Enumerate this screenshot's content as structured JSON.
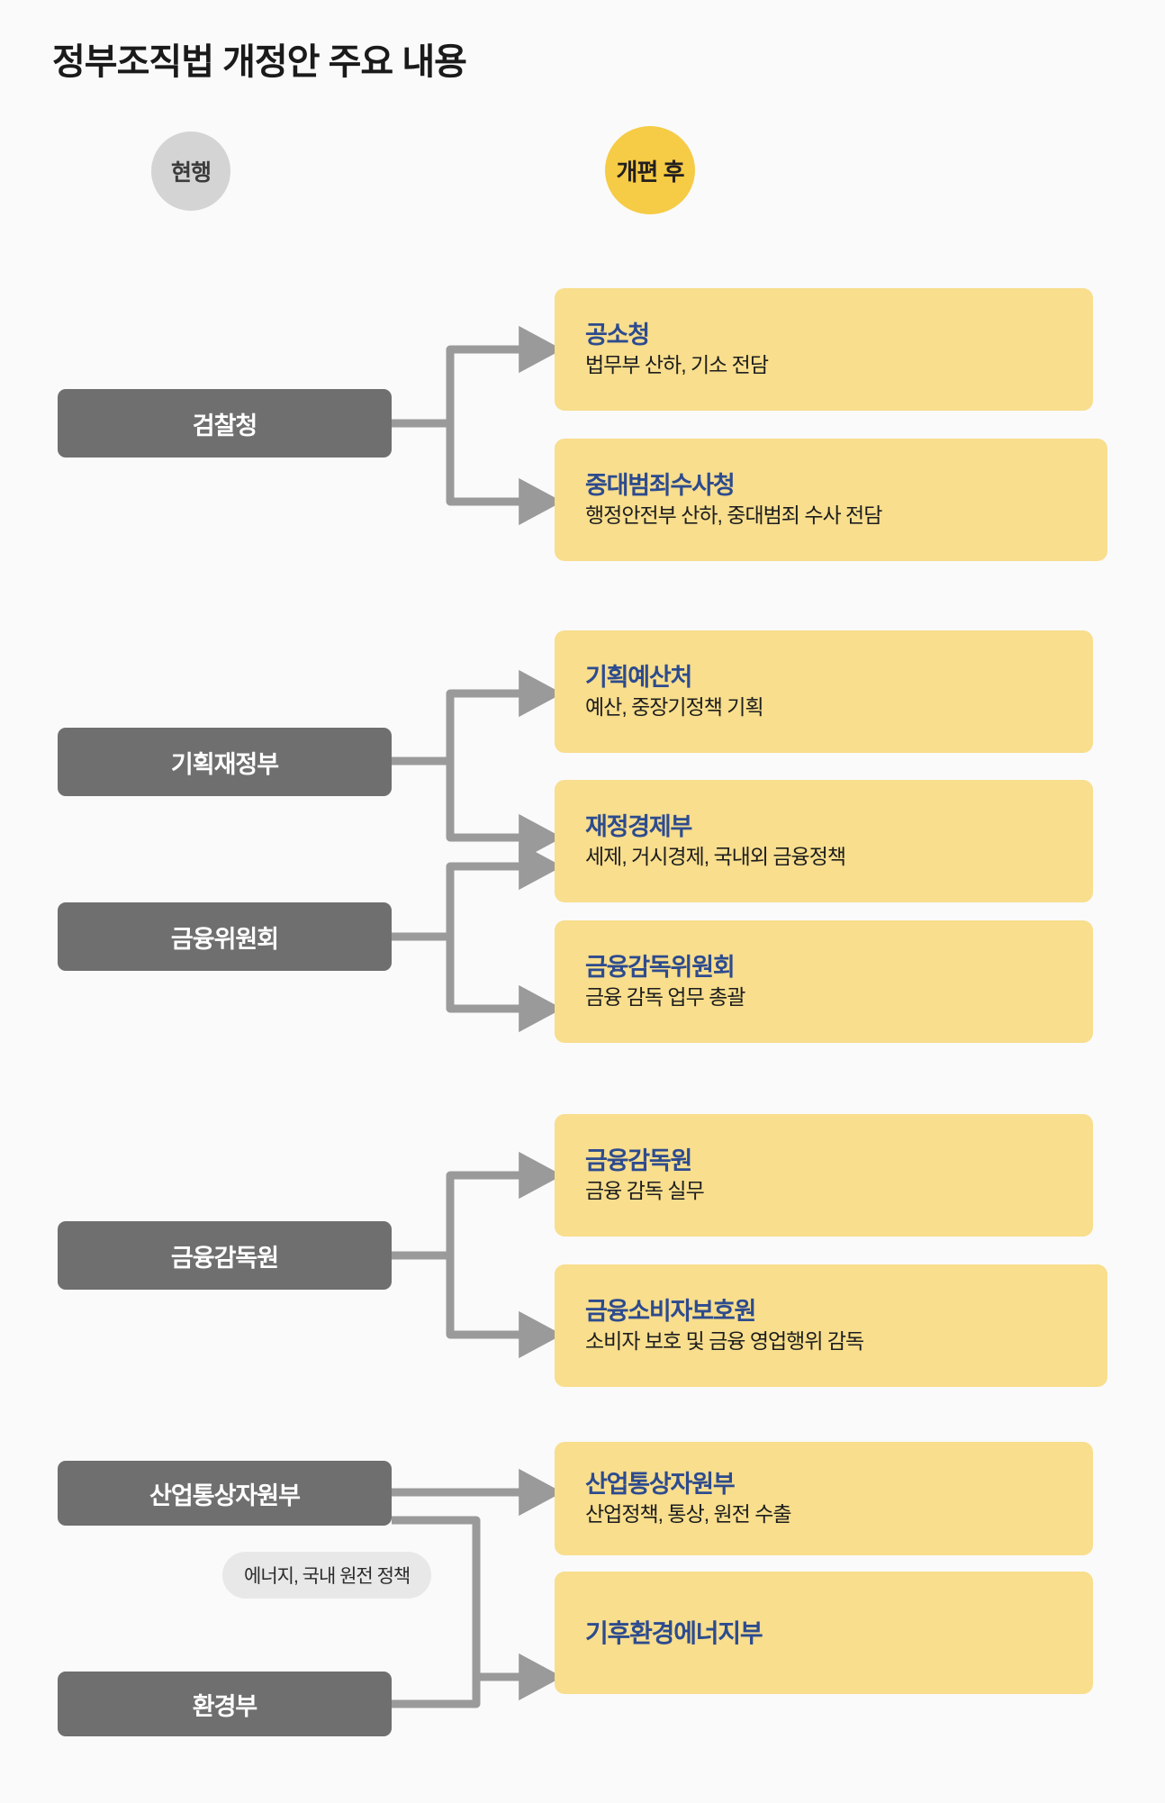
{
  "page": {
    "title": "정부조직법 개정안 주요 내용",
    "background_color": "#fafafa"
  },
  "legend": {
    "current_label": "현행",
    "current_color": "#d4d4d4",
    "after_label": "개편 후",
    "after_color": "#f6cb45"
  },
  "colors": {
    "gray_box": "#6f6f6f",
    "gray_box_text": "#ffffff",
    "yellow_box": "#f8de8d",
    "yellow_title_text": "#2d4b8e",
    "yellow_desc_text": "#1d1d1d",
    "connector": "#9a9a9a",
    "note_pill": "#e8e8e8"
  },
  "sections": [
    {
      "id": "prosecution",
      "current": [
        {
          "label": "검찰청"
        }
      ],
      "after": [
        {
          "title": "공소청",
          "desc": "법무부 산하, 기소 전담"
        },
        {
          "title": "중대범죄수사청",
          "desc": "행정안전부 산하, 중대범죄 수사 전담"
        }
      ]
    },
    {
      "id": "finance",
      "current": [
        {
          "label": "기획재정부"
        },
        {
          "label": "금융위원회"
        }
      ],
      "after": [
        {
          "title": "기획예산처",
          "desc": "예산, 중장기정책 기획"
        },
        {
          "title": "재정경제부",
          "desc": "세제, 거시경제, 국내외 금융정책"
        },
        {
          "title": "금융감독위원회",
          "desc": "금융 감독 업무 총괄"
        }
      ]
    },
    {
      "id": "supervision",
      "current": [
        {
          "label": "금융감독원"
        }
      ],
      "after": [
        {
          "title": "금융감독원",
          "desc": "금융 감독 실무"
        },
        {
          "title": "금융소비자보호원",
          "desc": "소비자 보호 및 금융 영업행위 감독"
        }
      ]
    },
    {
      "id": "industry",
      "current": [
        {
          "label": "산업통상자원부"
        },
        {
          "label": "환경부"
        }
      ],
      "note": "에너지, 국내 원전 정책",
      "after": [
        {
          "title": "산업통상자원부",
          "desc": "산업정책, 통상, 원전 수출"
        },
        {
          "title": "기후환경에너지부",
          "desc": ""
        }
      ]
    }
  ]
}
